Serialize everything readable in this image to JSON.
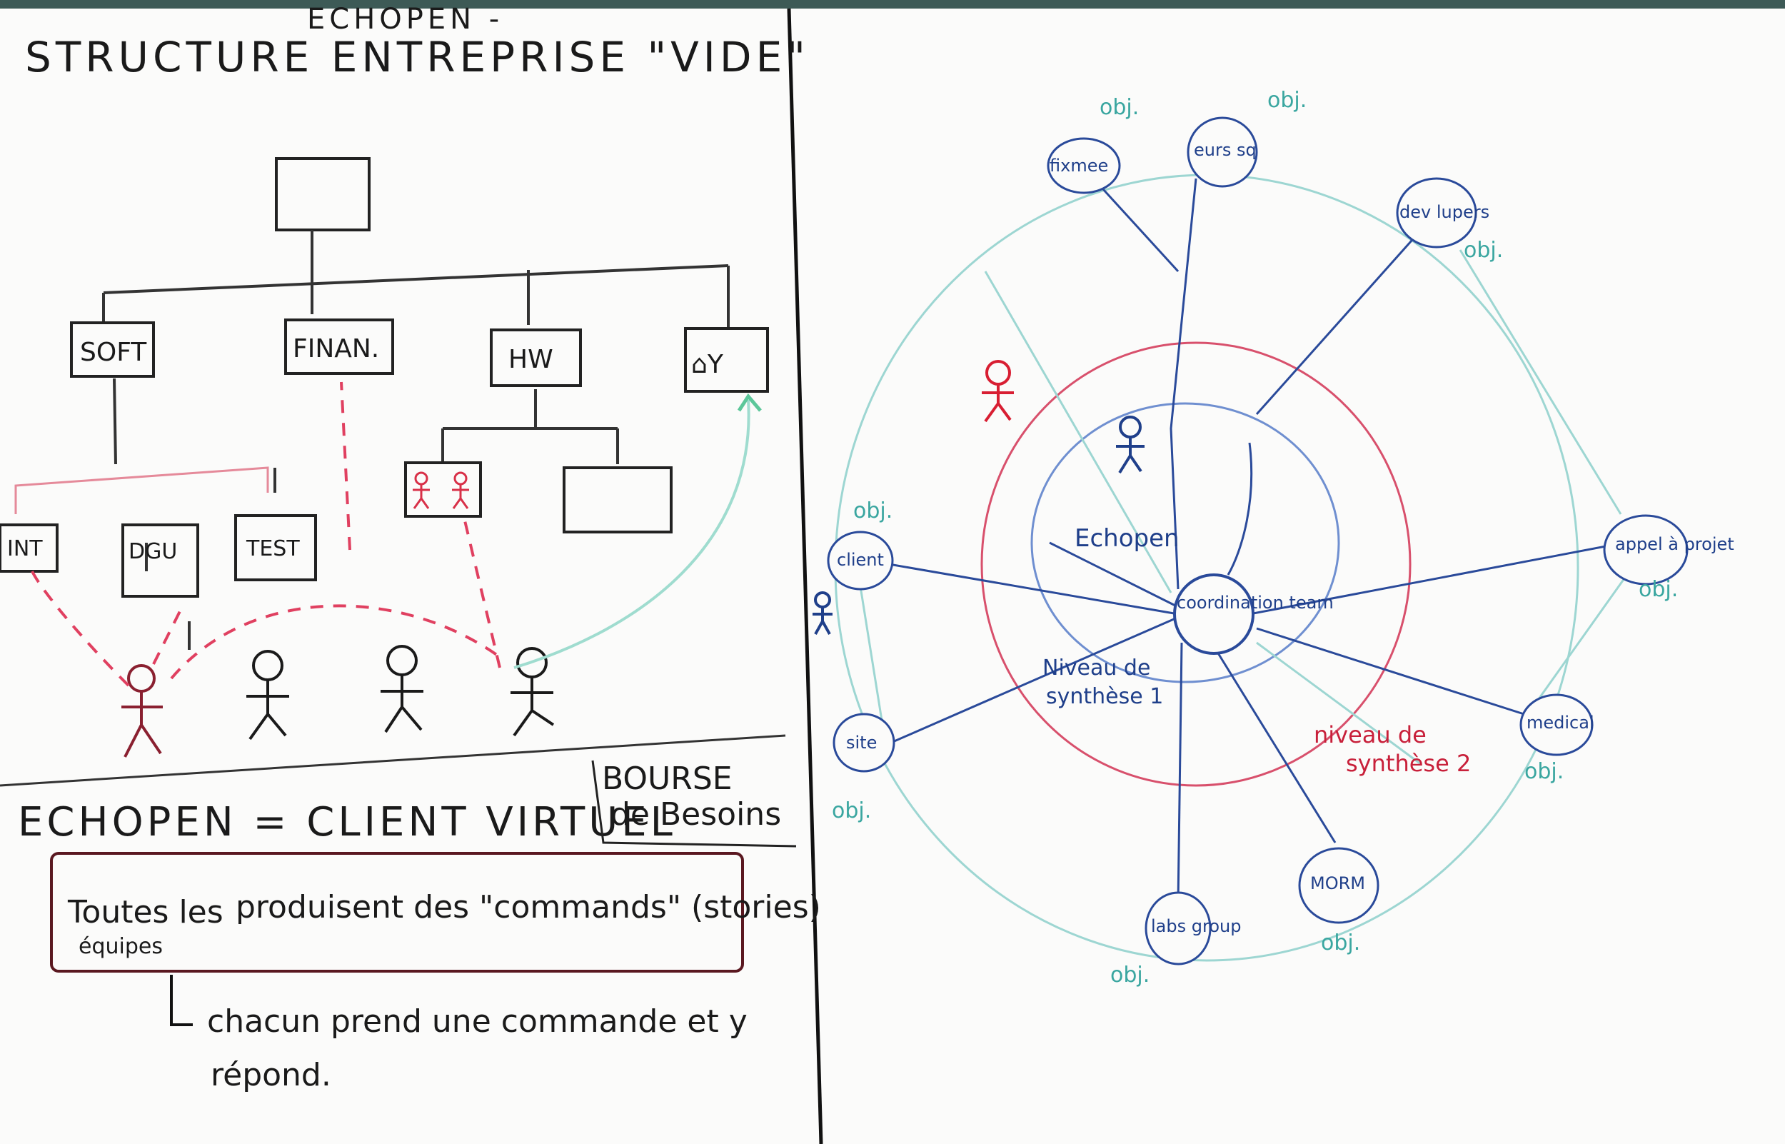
{
  "left_panel": {
    "header_small": "ECHOPEN -",
    "title": "STRUCTURE ENTREPRISE \"VIDE\"",
    "departments": [
      "SOFT",
      "FINAN.",
      "HW"
    ],
    "sub_teams": [
      "INT",
      "DGU",
      "TEST"
    ],
    "echopen_equation": "ECHOPEN = CLIENT VIRTUEL",
    "bourse": [
      "BOURSE",
      "de Besoins"
    ],
    "commands_box": [
      "Toutes les",
      "produisent des \"commands\" (stories)",
      "équipes"
    ],
    "response_note": [
      "chacun prend une commande et y",
      "répond."
    ]
  },
  "right_panel": {
    "center_node": "coordination team",
    "echopen_label": "Echopen",
    "outer_nodes": [
      "fixmee",
      "eurs sq",
      "dev lupers",
      "appel à projet",
      "medical",
      "MORM",
      "labs group",
      "site",
      "client"
    ],
    "obj_labels": [
      "obj.",
      "obj.",
      "obj.",
      "obj.",
      "obj.",
      "obj.",
      "obj.",
      "obj.",
      "obj."
    ],
    "level_1": [
      "Niveau de",
      "synthèse 1"
    ],
    "level_2": [
      "niveau de",
      "synthèse 2"
    ]
  },
  "colors": {
    "ink_black": "#1a1a1a",
    "ink_blue": "#1f3f8a",
    "ink_red": "#c8203a",
    "ink_teal": "#3aa6a0"
  }
}
